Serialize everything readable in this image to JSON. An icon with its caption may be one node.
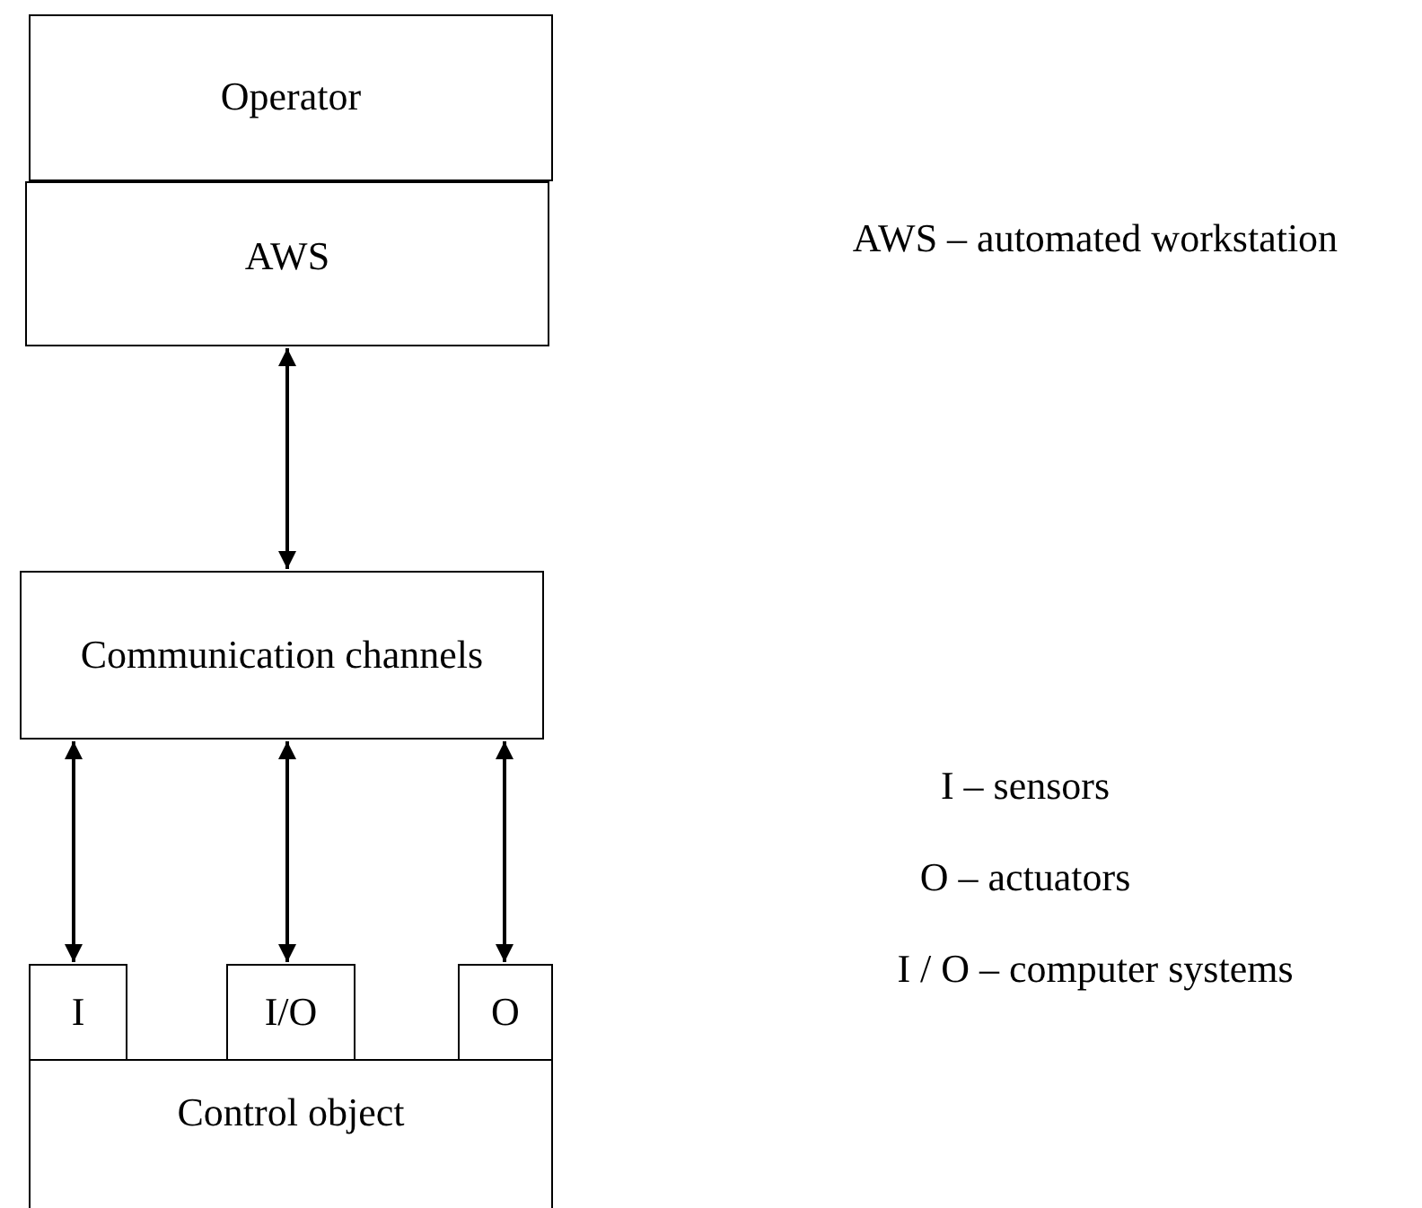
{
  "diagram": {
    "nodes": [
      {
        "text": [
          "Operator"
        ]
      },
      {
        "text": [
          "AWS"
        ]
      },
      {
        "text": [
          "Communication channels"
        ]
      },
      {
        "text": [
          "I"
        ]
      },
      {
        "text": [
          "I/O"
        ]
      },
      {
        "text": [
          "O"
        ]
      },
      {
        "text": [
          "Control object"
        ]
      }
    ],
    "edges": [
      {
        "from": 1,
        "to": 2,
        "arrow": "both"
      },
      {
        "from": 2,
        "to": 3,
        "arrow": "both"
      },
      {
        "from": 2,
        "to": 4,
        "arrow": "both"
      },
      {
        "from": 2,
        "to": 5,
        "arrow": "both"
      }
    ],
    "labels": [
      "AWS – automated workstation",
      "I – sensors",
      "O – actuators",
      "I / O – computer systems"
    ]
  }
}
